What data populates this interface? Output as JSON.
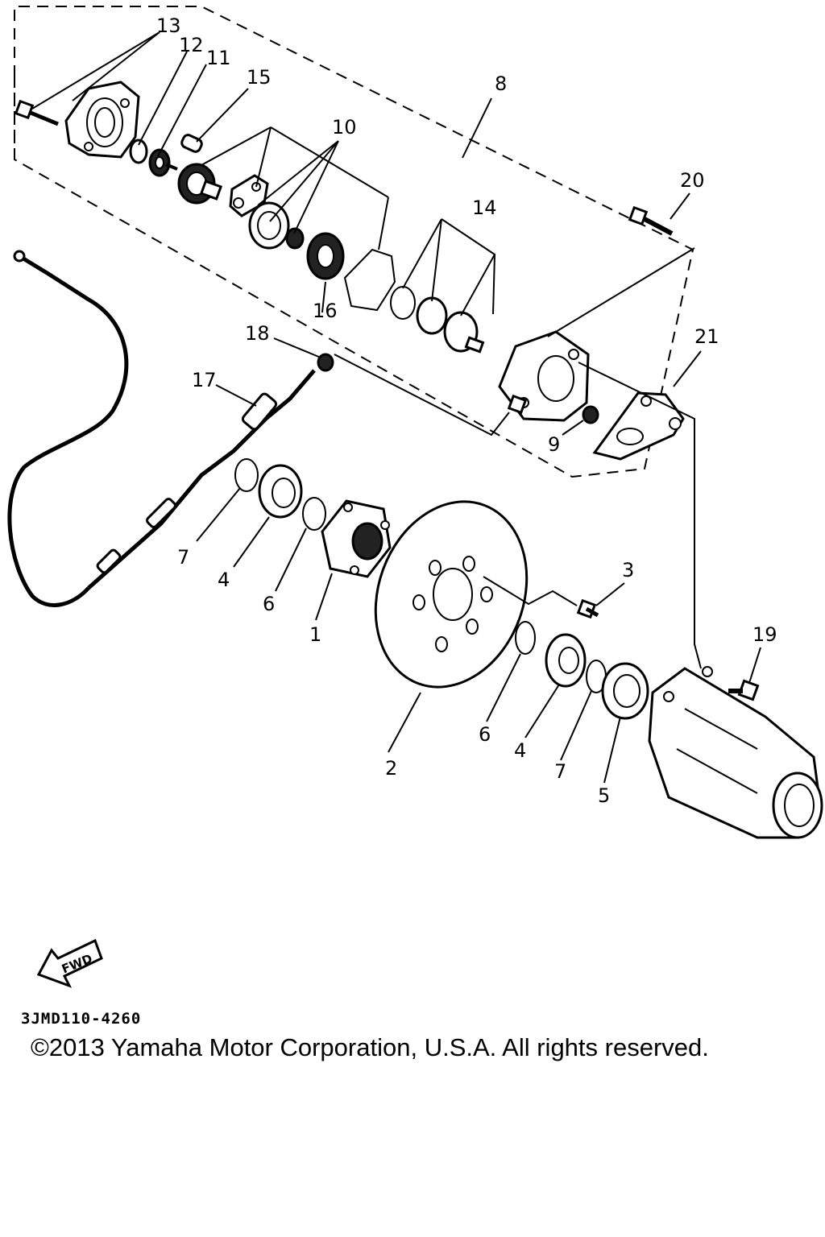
{
  "diagram": {
    "callouts": {
      "c1": "1",
      "c2": "2",
      "c3": "3",
      "c4a": "4",
      "c4b": "4",
      "c5": "5",
      "c6a": "6",
      "c6b": "6",
      "c7a": "7",
      "c7b": "7",
      "c8": "8",
      "c9": "9",
      "c10": "10",
      "c11": "11",
      "c12": "12",
      "c13": "13",
      "c14": "14",
      "c15": "15",
      "c16": "16",
      "c17": "17",
      "c18": "18",
      "c19": "19",
      "c20": "20",
      "c21": "21"
    },
    "fwd_label": "FWD"
  },
  "footer": {
    "drawing_code": "3JMD110-4260",
    "copyright": "©2013 Yamaha Motor Corporation, U.S.A. All rights reserved."
  }
}
